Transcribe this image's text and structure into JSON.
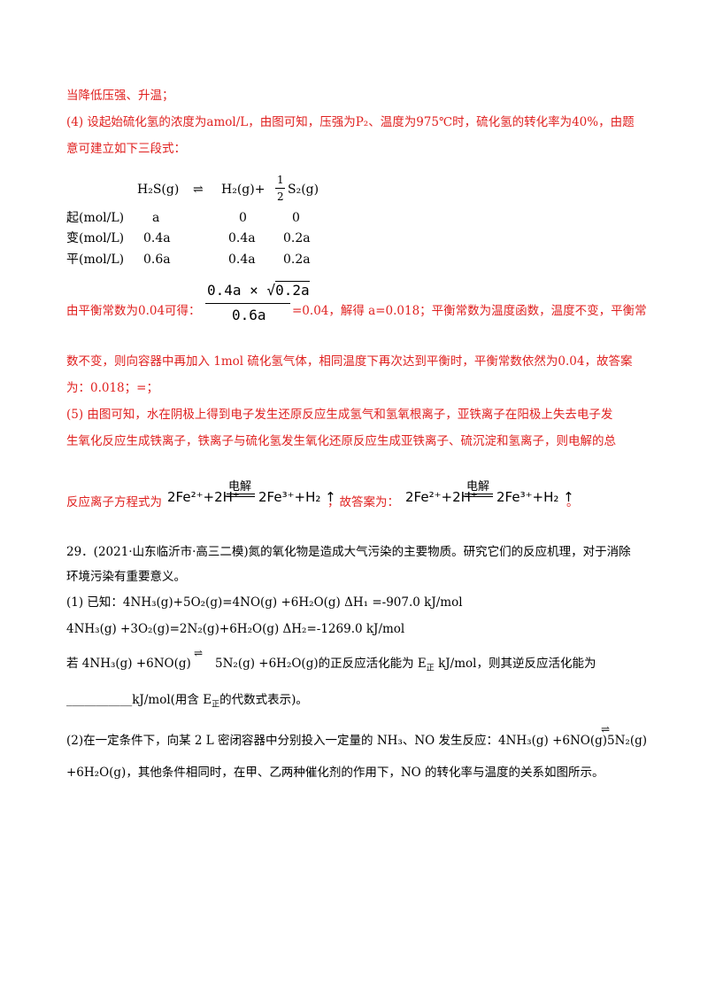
{
  "red_lines": [
    "当降低压强、升温；",
    "(4) 设起始硫化氢的浓度为amol/L，由图可知，压强为P₂、温度为975℃时，硫化氢的转化率为40%，由题",
    "意可建立如下三段式："
  ],
  "three_stage": {
    "reaction": {
      "reactant": "H₂S(g)",
      "arrow": "⇌",
      "p1": "H₂(g)+",
      "half_num": "1",
      "half_den": "2",
      "p2": "S₂(g)"
    },
    "rows": [
      {
        "label": "起(mol/L)",
        "a": "a",
        "b": "0",
        "c": "0"
      },
      {
        "label": "变(mol/L)",
        "a": "0.4a",
        "b": "0.4a",
        "c": "0.2a"
      },
      {
        "label": "平(mol/L)",
        "a": "0.6a",
        "b": "0.4a",
        "c": "0.2a"
      }
    ]
  },
  "k_line": {
    "prefix": "由平衡常数为0.04可得：",
    "numerator_left": "0.4a ×",
    "sqrt_content": "0.2a",
    "denominator": "0.6a",
    "suffix": "=0.04，解得 a=0.018；平衡常数为温度函数，温度不变，平衡常"
  },
  "red_lines2": [
    "数不变，则向容器中再加入 1mol 硫化氢气体，相同温度下再次达到平衡时，平衡常数依然为0.04，故答案",
    "为：0.018；=；",
    "(5) 由图可知，水在阴极上得到电子发生还原反应生成氢气和氢氧根离子，亚铁离子在阳极上失去电子发",
    "生氧化反应生成铁离子，铁离子与硫化氢发生氧化还原反应生成亚铁离子、硫沉淀和氢离子，则电解的总"
  ],
  "ion_line": {
    "prefix": "反应离子方程式为",
    "mid": "，故答案为：",
    "end": "。",
    "eq_left": "2Fe²⁺+2H⁺",
    "eq_label": "电解",
    "eq_right": "2Fe³⁺+H₂ ↑"
  },
  "q29": {
    "line1": "29．(2021·山东临沂市·高三二模)氮的氧化物是造成大气污染的主要物质。研究它们的反应机理，对于消除",
    "line2": "环境污染有重要意义。",
    "line3": "(1) 已知：4NH₃(g)+5O₂(g)=4NO(g) +6H₂O(g) ΔH₁ =-907.0 kJ/mol",
    "line4": "4NH₃(g) +3O₂(g)=2N₂(g)+6H₂O(g) ΔH₂=-1269.0 kJ/mol",
    "line5a": "若 4NH₃(g) +6NO(g)",
    "line5b": "5N₂(g) +6H₂O(g)的正反应活化能为 E",
    "line5sub": "正",
    "line5c": "kJ/mol，则其逆反应活化能为",
    "line6a": "___________kJ/mol(用含 E",
    "line6sub": "正",
    "line6b": "的代数式表示)。",
    "line7a": "(2)在一定条件下，向某 2 L 密闭容器中分别投入一定量的 NH₃、NO 发生反应：4NH₃(g) +6NO(g)",
    "line7b": "5N₂(g)",
    "line8": "+6H₂O(g)，其他条件相同时，在甲、乙两种催化剂的作用下，NO 的转化率与温度的关系如图所示。",
    "rev_arrow": "⇌"
  }
}
